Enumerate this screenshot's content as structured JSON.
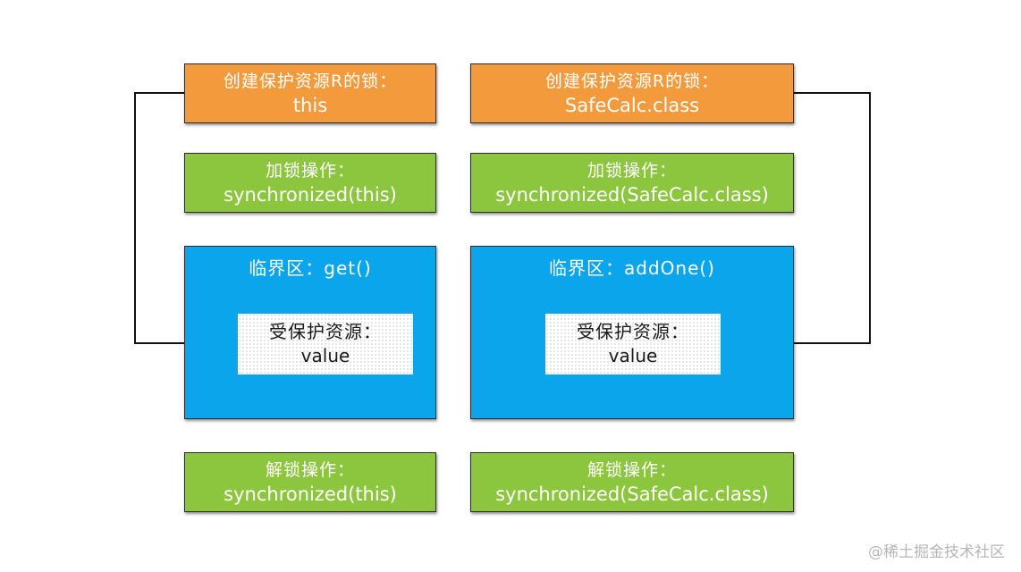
{
  "left": {
    "lock_create": {
      "label": "创建保护资源R的锁：",
      "value": "this"
    },
    "lock_op": {
      "label": "加锁操作：",
      "value": "synchronized(this)"
    },
    "critical": {
      "title": "临界区：get()"
    },
    "resource": {
      "label": "受保护资源：",
      "value": "value"
    },
    "unlock_op": {
      "label": "解锁操作：",
      "value": "synchronized(this)"
    }
  },
  "right": {
    "lock_create": {
      "label": "创建保护资源R的锁：",
      "value": "SafeCalc.class"
    },
    "lock_op": {
      "label": "加锁操作：",
      "value": "synchronized(SafeCalc.class)"
    },
    "critical": {
      "title": "临界区：addOne()"
    },
    "resource": {
      "label": "受保护资源：",
      "value": "value"
    },
    "unlock_op": {
      "label": "解锁操作：",
      "value": "synchronized(SafeCalc.class)"
    }
  },
  "watermark": "@稀土掘金技术社区",
  "colors": {
    "lock_create": "#f39a3c",
    "lock_ops": "#8cc63f",
    "critical_section": "#0aa5ea",
    "resource": "#ffffff",
    "connector": "#111111"
  }
}
